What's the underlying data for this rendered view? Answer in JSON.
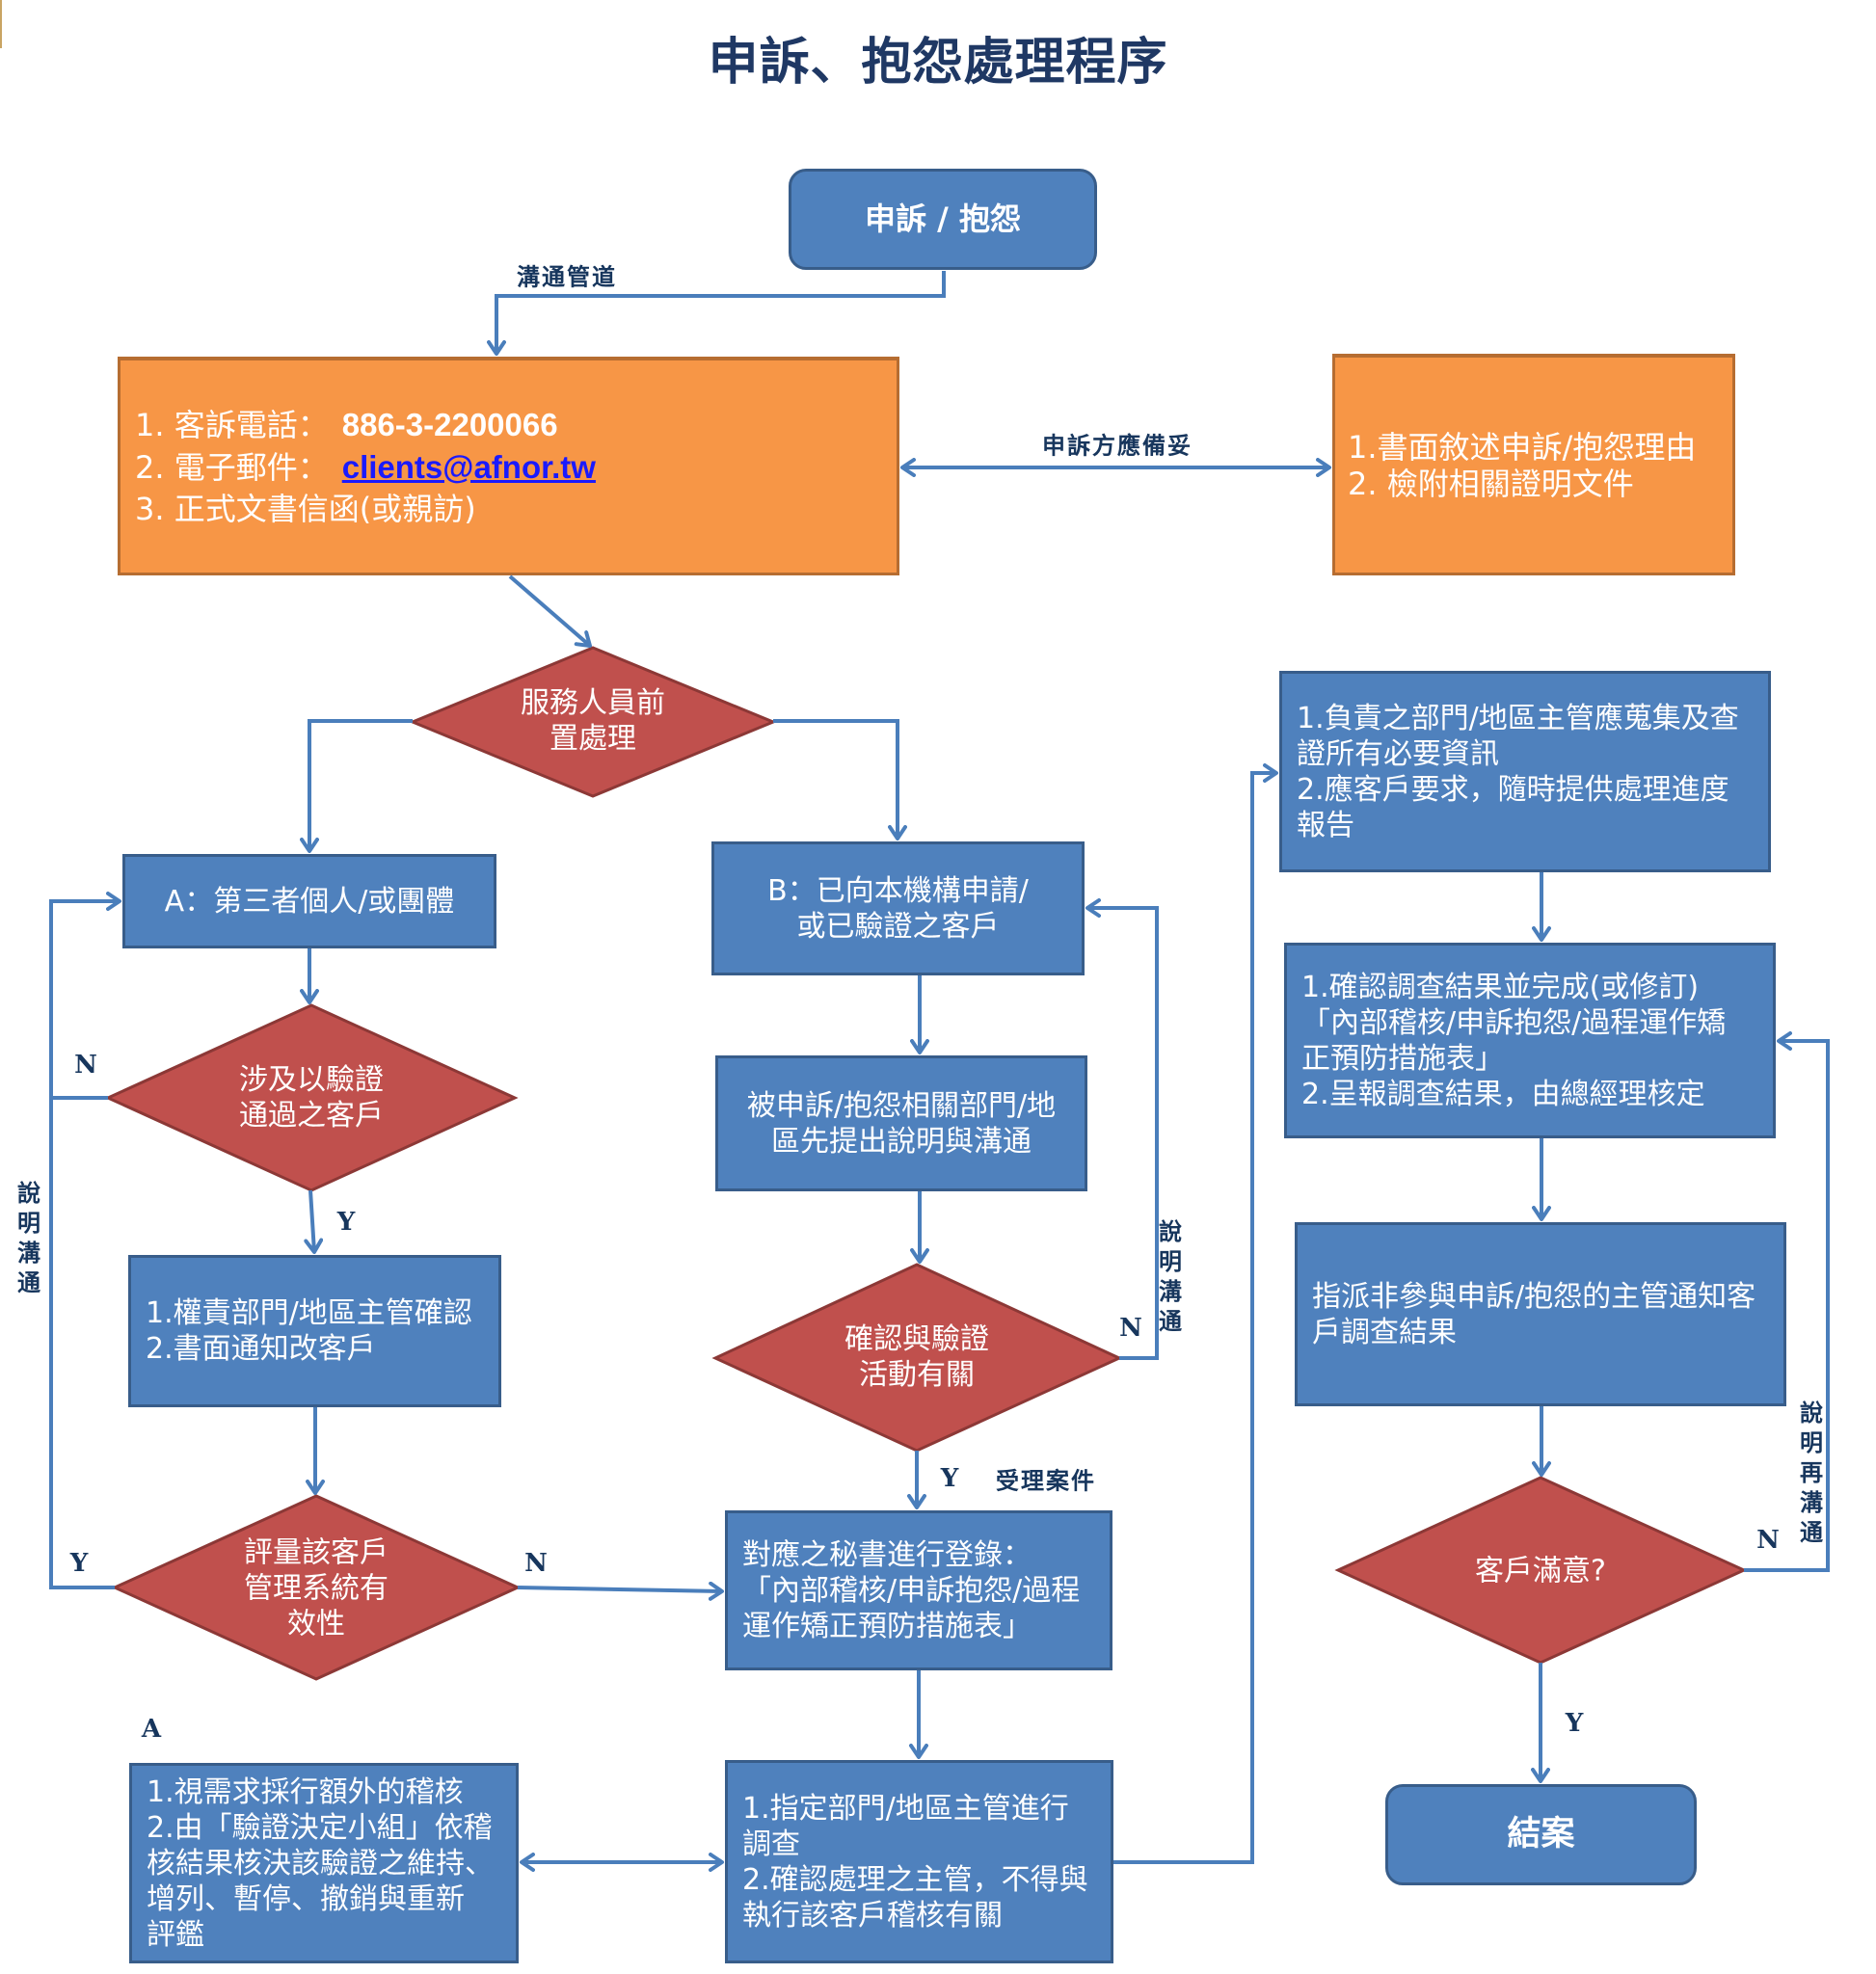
{
  "title": "申訴、抱怨處理程序",
  "colors": {
    "process_fill": "#4f81bd",
    "process_border": "#385d8a",
    "decision_fill": "#c0504d",
    "decision_border": "#8c3836",
    "input_fill": "#f79646",
    "input_border": "#b66d31",
    "connector": "#4a7ebb",
    "label_text": "#17365d",
    "title_text": "#1f3864",
    "link_text": "#1a1aff"
  },
  "start": {
    "text": "申訴 / 抱怨"
  },
  "contact_channels": {
    "phone_label": "1. 客訴電話：",
    "phone": "886-3-2200066",
    "email_label": "2. 電子郵件：",
    "email": "clients@afnor.tw",
    "letter": "3. 正式文書信函(或親訪)"
  },
  "required_documents": {
    "lines": [
      "1.書面敘述申訴/抱怨理由",
      "2. 檢附相關證明文件"
    ]
  },
  "decisions": {
    "pre_processing": {
      "lines": [
        "服務人員前",
        "置處理"
      ]
    },
    "involves_certified_client": {
      "lines": [
        "涉及以驗證",
        "通過之客戶"
      ]
    },
    "assess_management_system": {
      "lines": [
        "評量該客戶",
        "管理系統有",
        "效性"
      ]
    },
    "related_to_certification": {
      "lines": [
        "確認與驗證",
        "活動有關"
      ]
    },
    "client_satisfied": {
      "lines": [
        "客戶滿意?"
      ]
    }
  },
  "processes": {
    "third_party": {
      "lines": [
        "A：第三者個人/或團體"
      ]
    },
    "applicant_or_certified": {
      "lines": [
        "B：已向本機構申請/",
        "或已驗證之客戶"
      ]
    },
    "dept_explanation": {
      "lines": [
        "被申訴/抱怨相關部門/地",
        "區先提出說明與溝通"
      ]
    },
    "responsible_confirm": {
      "lines": [
        "1.權責部門/地區主管確認",
        "2.書面通知改客戶"
      ]
    },
    "secretary_register": {
      "lines": [
        "對應之秘書進行登錄：",
        "「內部稽核/申訴抱怨/過程",
        "運作矯正預防措施表」"
      ]
    },
    "additional_audit": {
      "lines": [
        "1.視需求採行額外的稽核",
        "2.由「驗證決定小組」依稽",
        "核結果核決該驗證之維持、",
        "增列、暫停、撤銷與重新",
        "評鑑"
      ]
    },
    "assign_investigation": {
      "lines": [
        "1.指定部門/地區主管進行",
        "調查",
        "2.確認處理之主管，不得與",
        "執行該客戶稽核有關"
      ]
    },
    "collect_info": {
      "lines": [
        "1.負責之部門/地區主管應蒐集及查",
        "證所有必要資訊",
        "2.應客戶要求，隨時提供處理進度",
        "報告"
      ]
    },
    "confirm_results": {
      "lines": [
        "1.確認調查結果並完成(或修訂)",
        "「內部稽核/申訴抱怨/過程運作矯",
        "正預防措施表」",
        "2.呈報調查結果，由總經理核定"
      ]
    },
    "notify_client": {
      "lines": [
        "指派非參與申訴/抱怨的主管通知客",
        "戶調查結果"
      ]
    }
  },
  "end": {
    "text": "結案"
  },
  "connector_labels": {
    "channels": "溝通管道",
    "prepare": "申訴方應備妥",
    "d2_no": "N",
    "d2_yes": "Y",
    "explain_left": "說明溝通",
    "d3_yes": "Y",
    "d3_no": "N",
    "a_marker": "A",
    "d4_no": "N",
    "explain_mid": "說明溝通",
    "d4_yes": "Y",
    "accept_case": "受理案件",
    "dr_no": "N",
    "explain_again": "說明再溝通",
    "dr_yes": "Y"
  }
}
